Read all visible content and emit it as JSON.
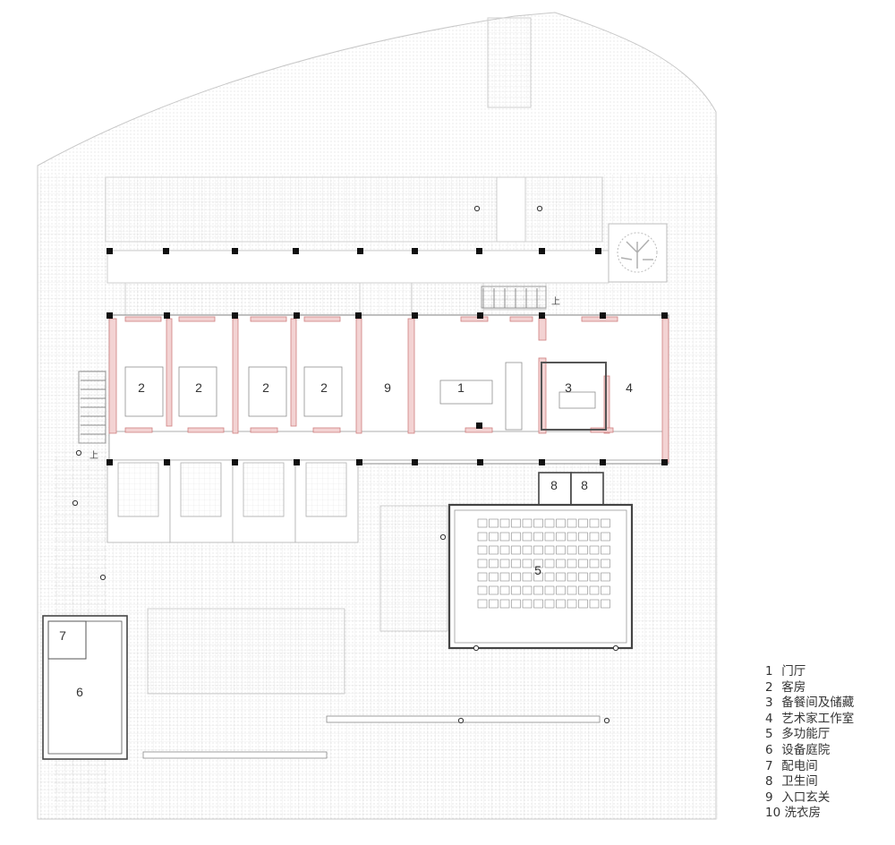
{
  "rooms": [
    {
      "id": "r2a",
      "label": "2"
    },
    {
      "id": "r2b",
      "label": "2"
    },
    {
      "id": "r2c",
      "label": "2"
    },
    {
      "id": "r2d",
      "label": "2"
    },
    {
      "id": "r9",
      "label": "9"
    },
    {
      "id": "r1",
      "label": "1"
    },
    {
      "id": "r3",
      "label": "3"
    },
    {
      "id": "r4",
      "label": "4"
    },
    {
      "id": "r8a",
      "label": "8"
    },
    {
      "id": "r8b",
      "label": "8"
    },
    {
      "id": "r5",
      "label": "5"
    },
    {
      "id": "r7",
      "label": "7"
    },
    {
      "id": "r6",
      "label": "6"
    }
  ],
  "stair_marks": {
    "up_a": "上",
    "up_b": "上"
  },
  "legend": [
    {
      "key": "1",
      "text": "门厅"
    },
    {
      "key": "2",
      "text": "客房"
    },
    {
      "key": "3",
      "text": "备餐间及储藏"
    },
    {
      "key": "4",
      "text": "艺术家工作室"
    },
    {
      "key": "5",
      "text": "多功能厅"
    },
    {
      "key": "6",
      "text": "设备庭院"
    },
    {
      "key": "7",
      "text": "配电间"
    },
    {
      "key": "8",
      "text": "卫生间"
    },
    {
      "key": "9",
      "text": "入口玄关"
    },
    {
      "key": "10",
      "text": "洗衣房"
    }
  ],
  "colors": {
    "wall_fill": "#f3d3d3",
    "wall_stroke": "#cf7f7f",
    "line": "#9a9a9a",
    "column": "#111111",
    "pave": "#d9d9d9"
  }
}
